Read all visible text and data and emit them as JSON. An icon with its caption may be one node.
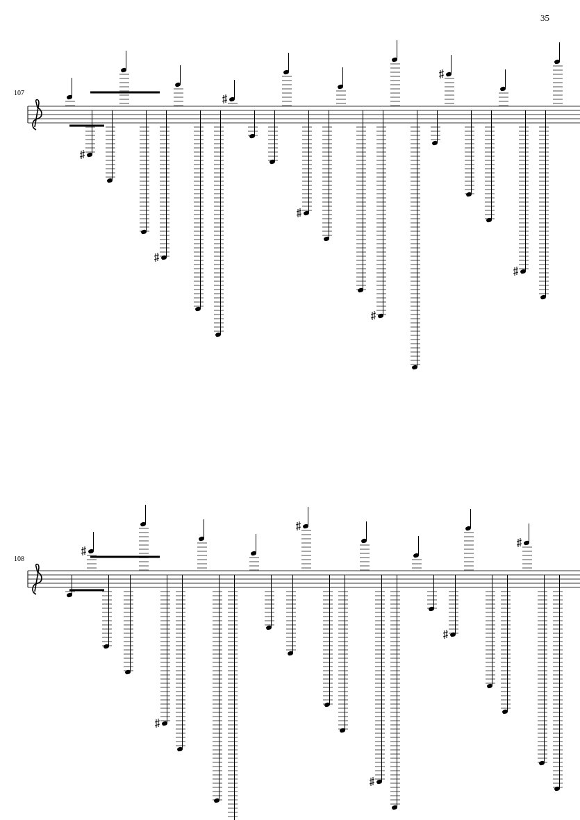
{
  "diagram": {
    "labels": [
      "35",
      "107",
      "108"
    ]
  }
}
